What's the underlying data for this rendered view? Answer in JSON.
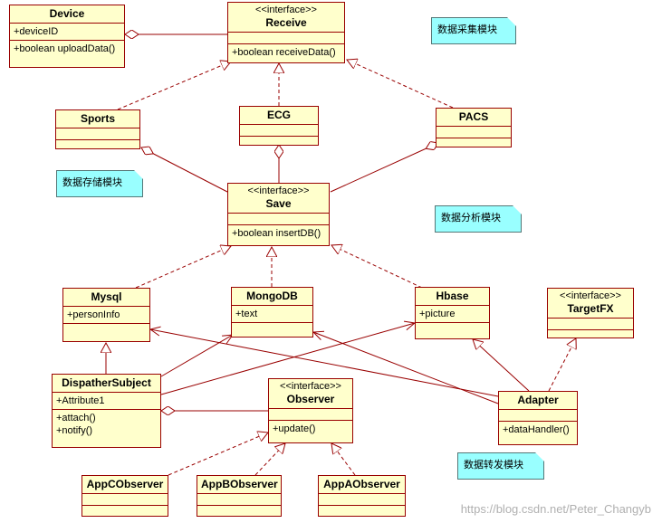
{
  "classes": {
    "device": {
      "name": "Device",
      "attrs": [
        "+deviceID"
      ],
      "ops": [
        "+boolean uploadData()"
      ]
    },
    "receive": {
      "stereotype": "<<interface>>",
      "name": "Receive",
      "ops": [
        "+boolean receiveData()"
      ]
    },
    "sports": {
      "name": "Sports"
    },
    "ecg": {
      "name": "ECG"
    },
    "pacs": {
      "name": "PACS"
    },
    "save": {
      "stereotype": "<<interface>>",
      "name": "Save",
      "ops": [
        "+boolean insertDB()"
      ]
    },
    "mysql": {
      "name": "Mysql",
      "attrs": [
        "+personInfo"
      ]
    },
    "mongodb": {
      "name": "MongoDB",
      "attrs": [
        "+text"
      ]
    },
    "hbase": {
      "name": "Hbase",
      "attrs": [
        "+picture"
      ]
    },
    "targetfx": {
      "stereotype": "<<interface>>",
      "name": "TargetFX"
    },
    "dispather": {
      "name": "DispatherSubject",
      "attrs": [
        "+Attribute1"
      ],
      "ops": [
        "+attach()",
        "+notify()"
      ]
    },
    "observer": {
      "stereotype": "<<interface>>",
      "name": "Observer",
      "ops": [
        "+update()"
      ]
    },
    "adapter": {
      "name": "Adapter",
      "ops": [
        "+dataHandler()"
      ]
    },
    "appc": {
      "name": "AppCObserver"
    },
    "appb": {
      "name": "AppBObserver"
    },
    "appa": {
      "name": "AppAObserver"
    }
  },
  "notes": {
    "collect": "数据采集模块",
    "store": "数据存储模块",
    "analyze": "数据分析模块",
    "forward": "数据转发模块"
  },
  "watermark": "https://blog.csdn.net/Peter_Changyb",
  "colors": {
    "class_fill": "#ffffcc",
    "class_border": "#990000",
    "note_fill": "#99ffff",
    "line": "#990000"
  }
}
